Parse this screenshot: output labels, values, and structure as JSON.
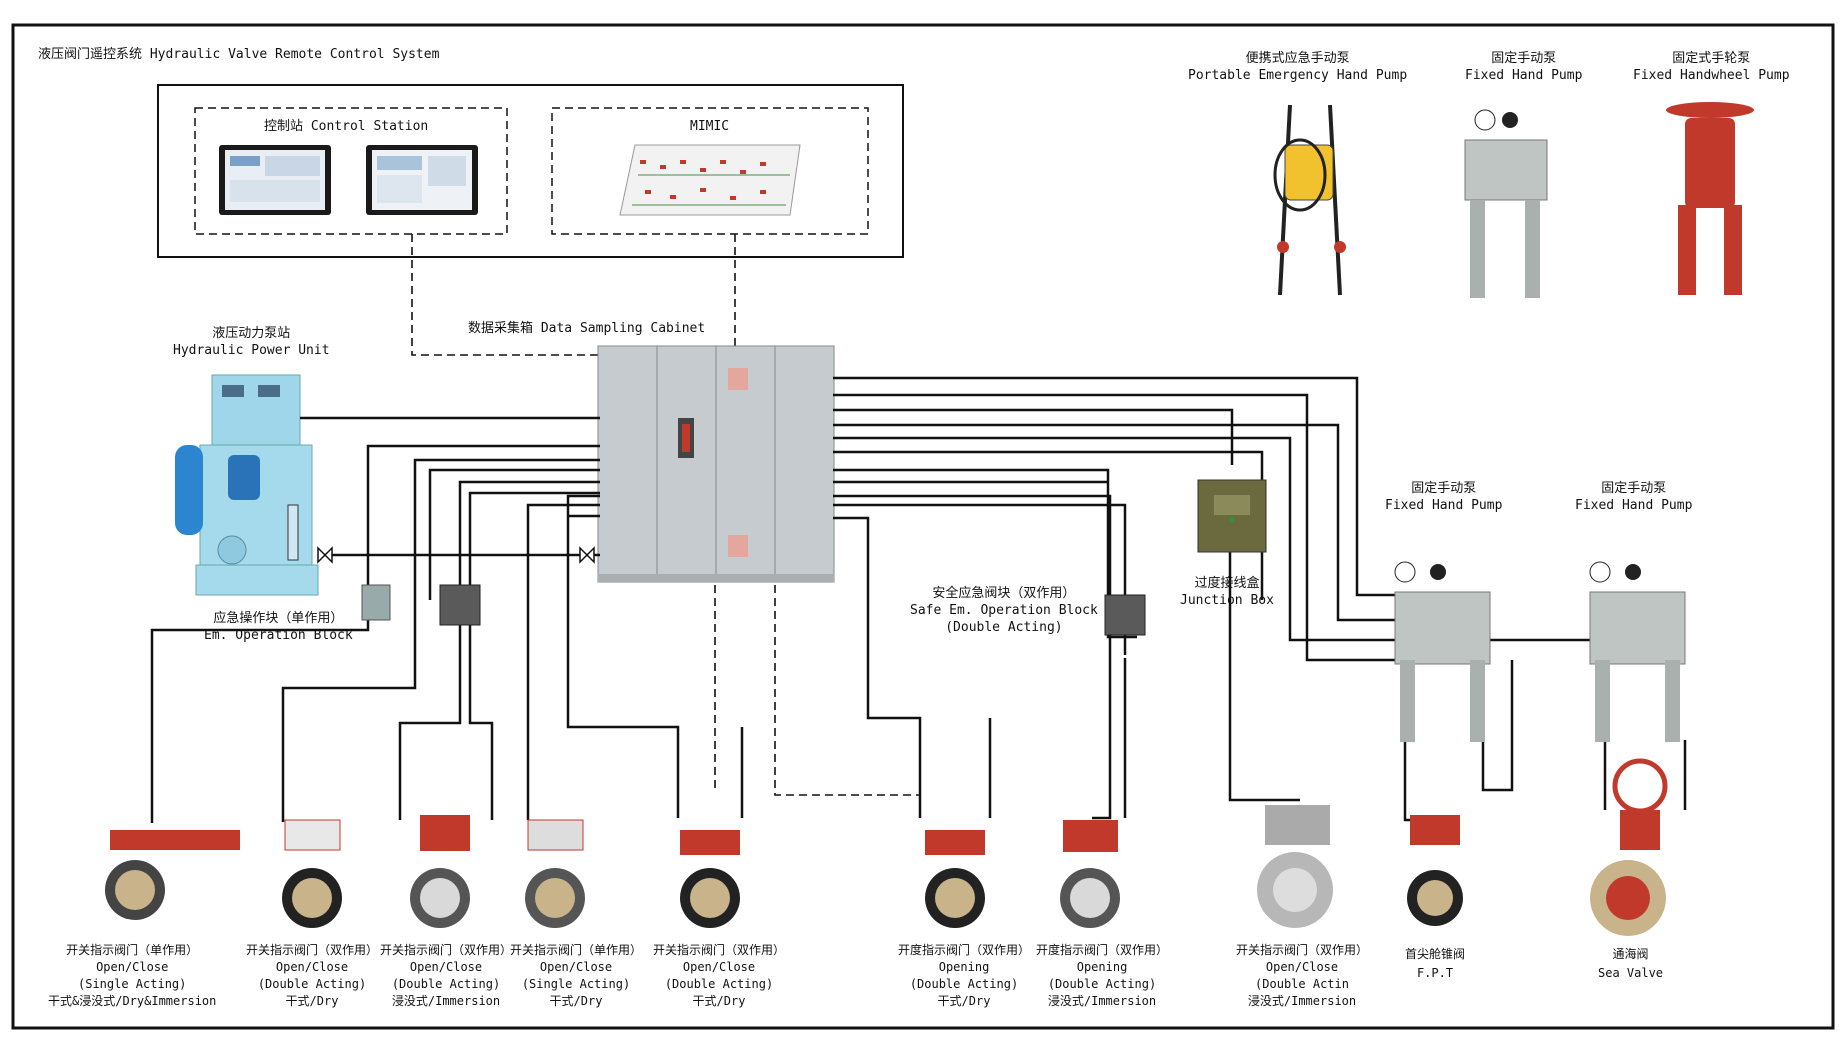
{
  "system_title": "液压阀门遥控系统 Hydraulic Valve Remote Control System",
  "control_station": "控制站 Control Station",
  "mimic": "MIMIC",
  "data_cabinet": "数据采集箱 Data Sampling Cabinet",
  "hpu": {
    "cn": "液压动力泵站",
    "en": "Hydraulic Power Unit"
  },
  "em_block": {
    "cn": "应急操作块（单作用）",
    "en": "Em. Operation Block"
  },
  "safe_block": {
    "cn": "安全应急阀块（双作用）",
    "en": "Safe Em. Operation Block",
    "en2": "(Double Acting)"
  },
  "junction_box": {
    "cn": "过度接线盒",
    "en": "Junction Box"
  },
  "portable_pump": {
    "cn": "便携式应急手动泵",
    "en": "Portable Emergency Hand Pump"
  },
  "fixed_pump_top": {
    "cn": "固定手动泵",
    "en": "Fixed Hand Pump"
  },
  "handwheel_pump": {
    "cn": "固定式手轮泵",
    "en": "Fixed Handwheel Pump"
  },
  "fixed_pump_1": {
    "cn": "固定手动泵",
    "en": "Fixed Hand Pump"
  },
  "fixed_pump_2": {
    "cn": "固定手动泵",
    "en": "Fixed Hand Pump"
  },
  "valves": [
    {
      "l1": "开关指示阀门（单作用）",
      "l2": "Open/Close",
      "l3": "(Single Acting)",
      "l4": "干式&浸没式/Dry&Immersion"
    },
    {
      "l1": "开关指示阀门（双作用）",
      "l2": "Open/Close",
      "l3": "(Double Acting)",
      "l4": "干式/Dry"
    },
    {
      "l1": "开关指示阀门（双作用）",
      "l2": "Open/Close",
      "l3": "(Double Acting)",
      "l4": "浸没式/Immersion"
    },
    {
      "l1": "开关指示阀门（单作用）",
      "l2": "Open/Close",
      "l3": "(Single Acting)",
      "l4": "干式/Dry"
    },
    {
      "l1": "开关指示阀门（双作用）",
      "l2": "Open/Close",
      "l3": "(Double Acting)",
      "l4": "干式/Dry"
    },
    {
      "l1": "开度指示阀门（双作用）",
      "l2": "Opening",
      "l3": "(Double Acting)",
      "l4": "干式/Dry"
    },
    {
      "l1": "开度指示阀门（双作用）",
      "l2": "Opening",
      "l3": "(Double Acting)",
      "l4": "浸没式/Immersion"
    },
    {
      "l1": "开关指示阀门（双作用）",
      "l2": "Open/Close",
      "l3": "(Double Actin",
      "l4": "浸没式/Immersion"
    },
    {
      "l1": "首尖舱锥阀",
      "l2": "F.P.T",
      "l3": "",
      "l4": ""
    },
    {
      "l1": "通海阀",
      "l2": "Sea Valve",
      "l3": "",
      "l4": ""
    }
  ],
  "colors": {
    "line": "#111111",
    "valve_red": "#c23a32",
    "valve_blue": "#2f8fd8",
    "panel": "#c5cbcf"
  }
}
